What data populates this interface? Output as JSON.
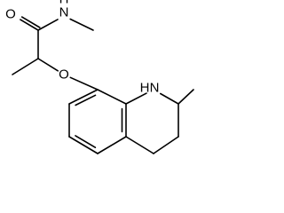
{
  "molecule": {
    "atoms": {
      "oxygen_carbonyl": "O",
      "nitrogen_amide": "N",
      "hydrogen_amide": "H",
      "oxygen_ether": "O",
      "nitrogen_ring_hydrogen": "H",
      "nitrogen_ring": "N"
    }
  }
}
